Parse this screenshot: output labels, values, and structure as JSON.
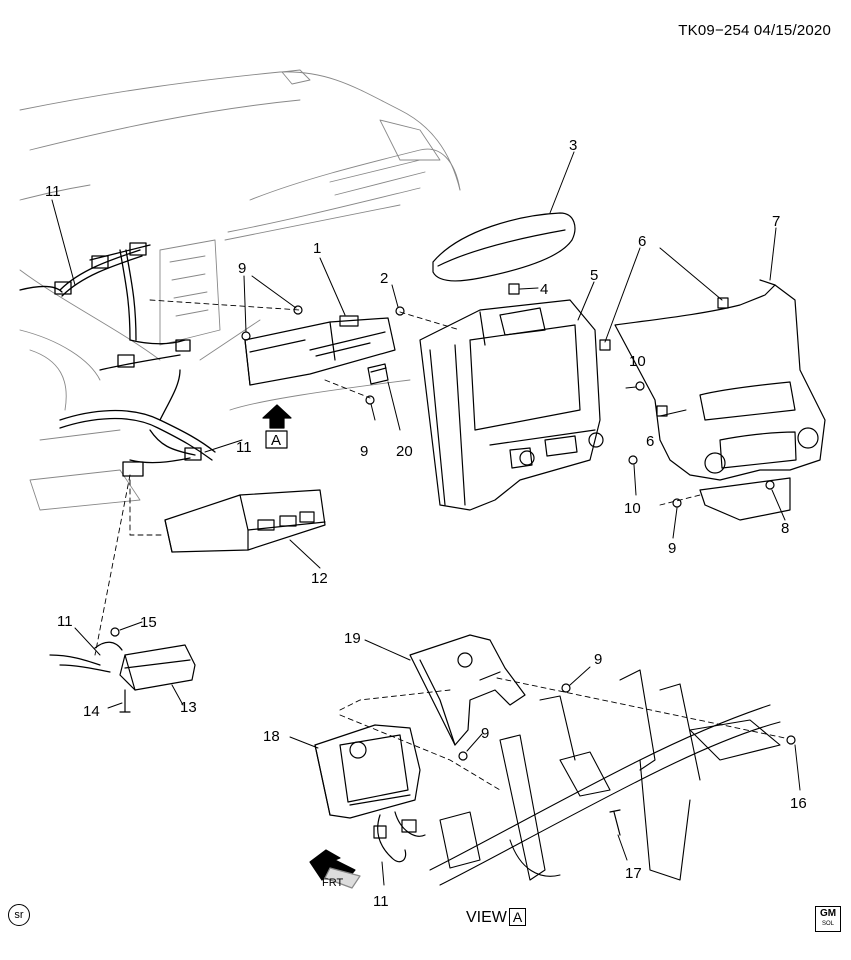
{
  "header": {
    "doc_id": "TK09−254",
    "date": "04/15/2020"
  },
  "view": {
    "prefix": "VIEW",
    "letter": "A"
  },
  "view_marker": {
    "letter": "A"
  },
  "front_arrow": {
    "label": "FRT"
  },
  "logos": {
    "sr": "sr",
    "gm": "GM",
    "gm_sub": "SOL"
  },
  "callouts": [
    {
      "id": "c1",
      "label": "1"
    },
    {
      "id": "c2",
      "label": "2"
    },
    {
      "id": "c3",
      "label": "3"
    },
    {
      "id": "c4",
      "label": "4"
    },
    {
      "id": "c5",
      "label": "5"
    },
    {
      "id": "c6a",
      "label": "6"
    },
    {
      "id": "c6b",
      "label": "6"
    },
    {
      "id": "c7",
      "label": "7"
    },
    {
      "id": "c8",
      "label": "8"
    },
    {
      "id": "c9a",
      "label": "9"
    },
    {
      "id": "c9b",
      "label": "9"
    },
    {
      "id": "c9c",
      "label": "9"
    },
    {
      "id": "c9d",
      "label": "9"
    },
    {
      "id": "c9e",
      "label": "9"
    },
    {
      "id": "c10a",
      "label": "10"
    },
    {
      "id": "c10b",
      "label": "10"
    },
    {
      "id": "c11a",
      "label": "11"
    },
    {
      "id": "c11b",
      "label": "11"
    },
    {
      "id": "c11c",
      "label": "11"
    },
    {
      "id": "c11d",
      "label": "11"
    },
    {
      "id": "c12",
      "label": "12"
    },
    {
      "id": "c13",
      "label": "13"
    },
    {
      "id": "c14",
      "label": "14"
    },
    {
      "id": "c15",
      "label": "15"
    },
    {
      "id": "c16",
      "label": "16"
    },
    {
      "id": "c17",
      "label": "17"
    },
    {
      "id": "c18",
      "label": "18"
    },
    {
      "id": "c19",
      "label": "19"
    },
    {
      "id": "c20",
      "label": "20"
    }
  ]
}
